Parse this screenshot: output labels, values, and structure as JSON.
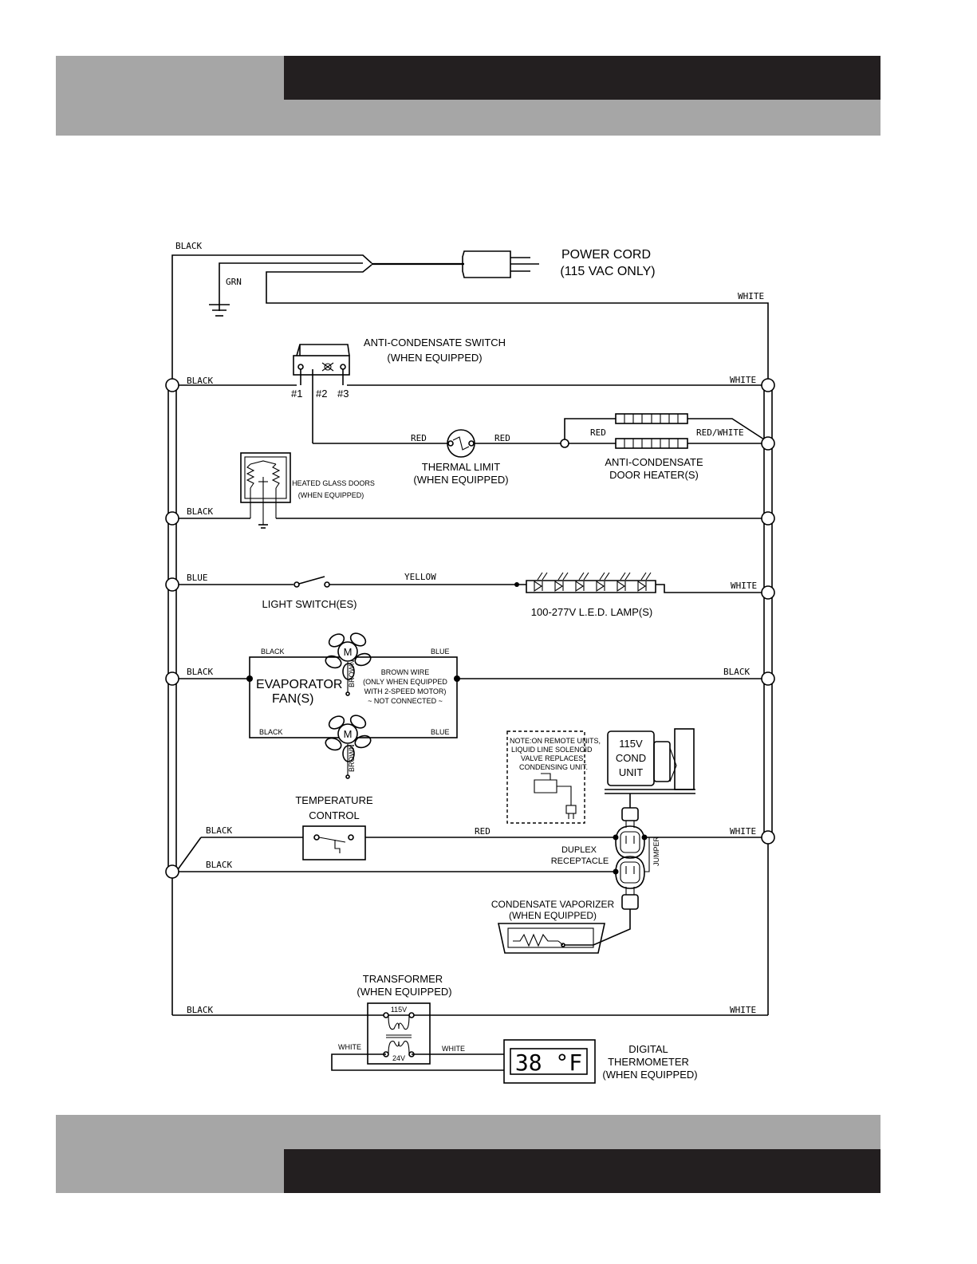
{
  "labels": {
    "power_cord": "POWER CORD",
    "power_cord_note": "(115 VAC ONLY)",
    "anti_condensate_switch": "ANTI-CONDENSATE SWITCH",
    "when_equipped": "(WHEN EQUIPPED)",
    "terminal_1": "#1",
    "terminal_2": "#2",
    "terminal_3": "#3",
    "thermal_limit": "THERMAL LIMIT",
    "anti_condensate_heater": "ANTI-CONDENSATE",
    "door_heaters": "DOOR HEATER(S)",
    "heated_glass_doors": "HEATED GLASS DOORS",
    "light_switch": "LIGHT SWITCH(ES)",
    "led_lamp": "100-277V L.E.D. LAMP(S)",
    "evaporator": "EVAPORATOR",
    "fans": "FAN(S)",
    "motor": "M",
    "brown_wire_1": "BROWN WIRE",
    "brown_wire_2": "(ONLY WHEN EQUIPPED",
    "brown_wire_3": "WITH 2-SPEED MOTOR)",
    "brown_wire_4": "~ NOT CONNECTED ~",
    "remote_note_1": "NOTE:ON REMOTE UNITS,",
    "remote_note_2": "LIQUID LINE SOLENOID",
    "remote_note_3": "VALVE REPLACES",
    "remote_note_4": "CONDENSING UNIT.",
    "cond_unit_1": "115V",
    "cond_unit_2": "COND",
    "cond_unit_3": "UNIT",
    "temperature": "TEMPERATURE",
    "control": "CONTROL",
    "duplex": "DUPLEX",
    "receptacle": "RECEPTACLE",
    "jumper": "JUMPER",
    "condensate_vaporizer": "CONDENSATE VAPORIZER",
    "transformer": "TRANSFORMER",
    "v115": "115V",
    "v24": "24V",
    "digital": "DIGITAL",
    "thermometer": "THERMOMETER",
    "display_reading": "38 °F"
  },
  "wires": {
    "black": "BLACK",
    "white": "WHITE",
    "grn": "GRN",
    "red": "RED",
    "red_white": "RED/WHITE",
    "blue": "BLUE",
    "yellow": "YELLOW",
    "brown": "BROWN"
  },
  "colors": {
    "header_gray": "#a6a6a6",
    "header_black": "#231f20"
  }
}
